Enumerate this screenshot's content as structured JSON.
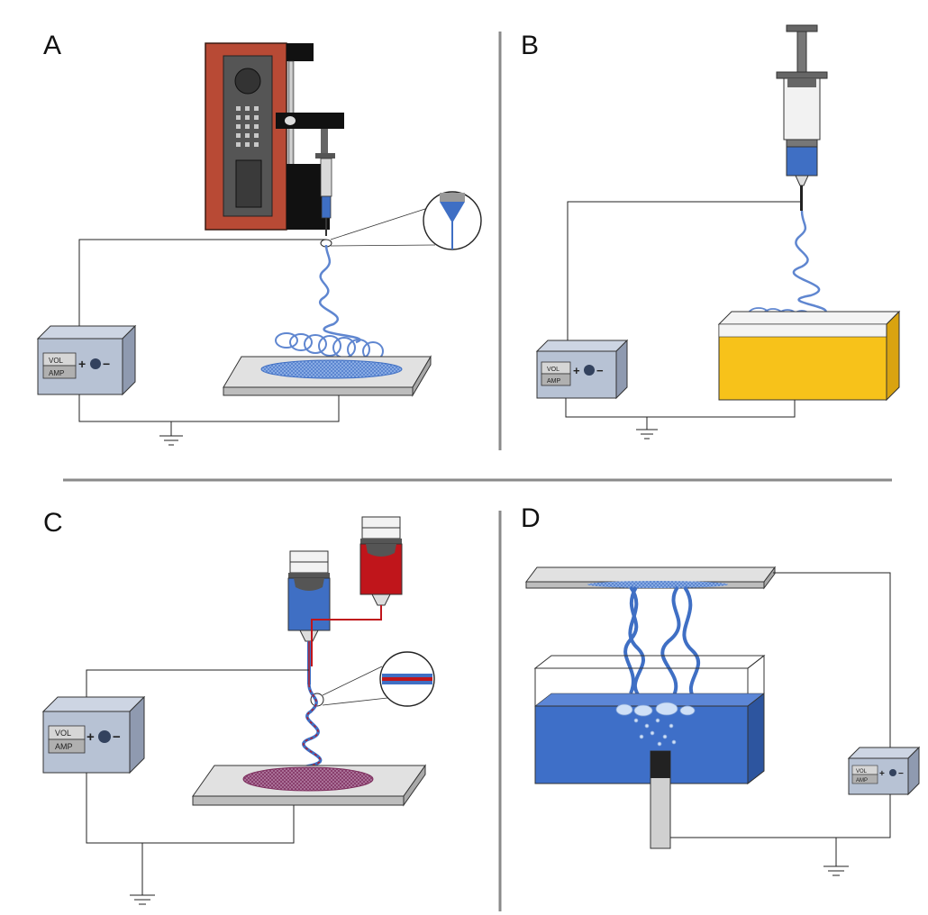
{
  "panels": {
    "a": {
      "letter": "A"
    },
    "b": {
      "letter": "B"
    },
    "c": {
      "letter": "C"
    },
    "d": {
      "letter": "D"
    }
  },
  "power_supply": {
    "vol_label": "VOL",
    "amp_label": "AMP",
    "plus": "+",
    "minus": "−"
  },
  "colors": {
    "pump_body": "#b84a35",
    "pump_panel": "#555555",
    "solution_blue": "#3f6fc4",
    "fiber_blue": "#5f86d0",
    "solution_red": "#c0151b",
    "coagulation_bath": "#f7c21a",
    "water_bath": "#3e6fc8",
    "supply_box": "#b7c2d4",
    "collector_plate": "#e1e1e1",
    "fiber_mat_red": "#8a3b66",
    "divider": "#8a8a8a"
  }
}
